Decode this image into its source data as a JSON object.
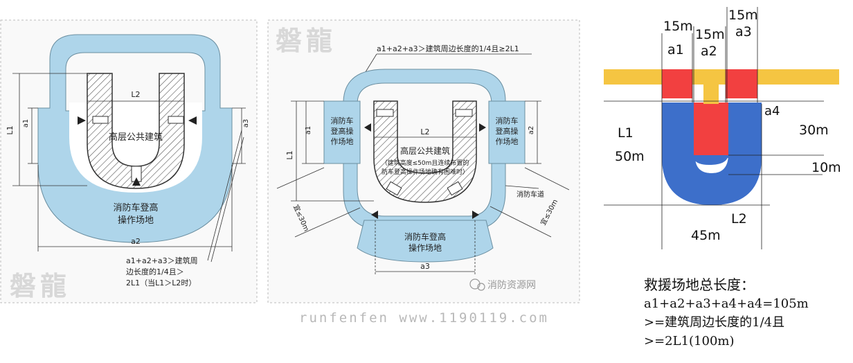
{
  "left_panel": {
    "building": "高层公共建筑",
    "fire_site": [
      "消防车登高",
      "操作场地"
    ],
    "label_L2": "L2",
    "label_L1": "L1",
    "label_a1": "a1",
    "label_a2": "a2",
    "label_a3": "a3",
    "note": [
      "a1+a2+a3＞建筑周",
      "边长度的1/4且＞",
      "2L1（当L1＞L2时）"
    ],
    "watermark": "磐龍"
  },
  "middle_panel": {
    "watermark": "磐龍",
    "top_note": "a1+a2+a3＞建筑周边长度的1/4且≥2L1",
    "side_left": [
      "消防车",
      "登高操",
      "作场地"
    ],
    "side_right": [
      "消防车",
      "登高操",
      "作场地"
    ],
    "building": "高层公共建筑",
    "paren_note": [
      "（建筑高度≤50m且连续布置的",
      "防车登高操作场地确有困难时）"
    ],
    "fire_lane": "消防车道",
    "bottom_site": [
      "消防车登高",
      "操作场地"
    ],
    "label_L2": "L2",
    "label_L1": "L1",
    "label_a1": "a1",
    "label_a2": "a2",
    "label_a3": "a3",
    "dist_left": "宜≤30m",
    "dist_right": "宜≤30m",
    "credit": "消防资源网"
  },
  "right_panel": {
    "w_a1": "15m",
    "n_a1": "a1",
    "w_a2": "15m",
    "n_a2": "a2",
    "w_a3": "15m",
    "n_a3": "a3",
    "a4": "a4",
    "L1": "L1",
    "L1_val": "50m",
    "v30": "30m",
    "v10": "10m",
    "L2": "L2",
    "v45": "45m",
    "colors": {
      "lane": "#f5c542",
      "site": "#f24040",
      "building": "#3d6fca"
    }
  },
  "site_url": "runfenfen www.1190119.com",
  "formula": {
    "title": "救援场地总长度：",
    "line1": "a1+a2+a3+a4+a4=105m",
    "line2": ">=建筑周边长度的1/4且",
    "line3": ">=2L1(100m)"
  }
}
